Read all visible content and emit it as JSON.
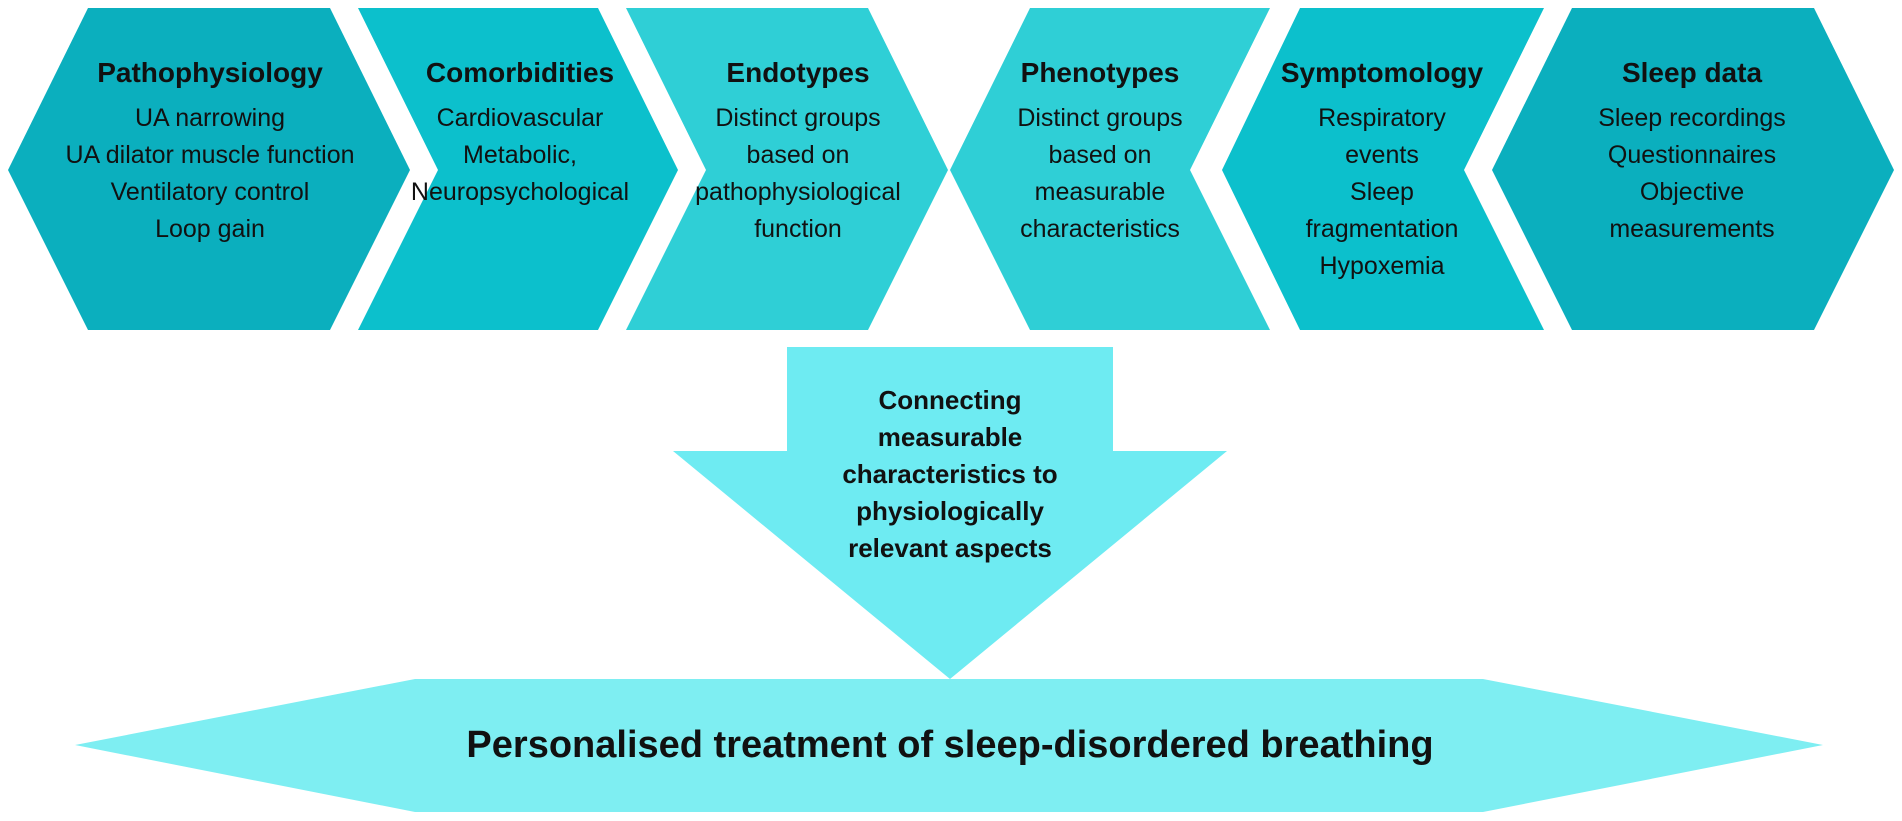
{
  "colors": {
    "dark_teal": "#0bafbe",
    "mid_teal": "#0cc0cc",
    "light_teal": "#2fcfd6",
    "arrow_cyan": "#6eebf2",
    "banner_cyan": "#7eeef2"
  },
  "stages": [
    {
      "title": "Pathophysiology",
      "items": [
        "UA narrowing",
        "UA dilator muscle function",
        "Ventilatory control",
        "Loop gain"
      ]
    },
    {
      "title": "Comorbidities",
      "items": [
        "Cardiovascular",
        "Metabolic,",
        "Neuropsychological"
      ]
    },
    {
      "title": "Endotypes",
      "items": [
        "Distinct groups",
        "based on",
        "pathophysiological",
        "function"
      ]
    },
    {
      "title": "Phenotypes",
      "items": [
        "Distinct groups",
        "based  on",
        "measurable",
        "characteristics"
      ]
    },
    {
      "title": "Symptomology",
      "items": [
        "Respiratory",
        "events",
        "Sleep",
        "fragmentation",
        "Hypoxemia"
      ]
    },
    {
      "title": "Sleep data",
      "items": [
        "Sleep recordings",
        "Questionnaires",
        "Objective",
        "measurements"
      ]
    }
  ],
  "connector": {
    "lines": [
      "Connecting",
      "measurable",
      "characteristics to",
      "physiologically",
      "relevant aspects"
    ]
  },
  "outcome": {
    "label": "Personalised treatment of sleep-disordered breathing"
  }
}
